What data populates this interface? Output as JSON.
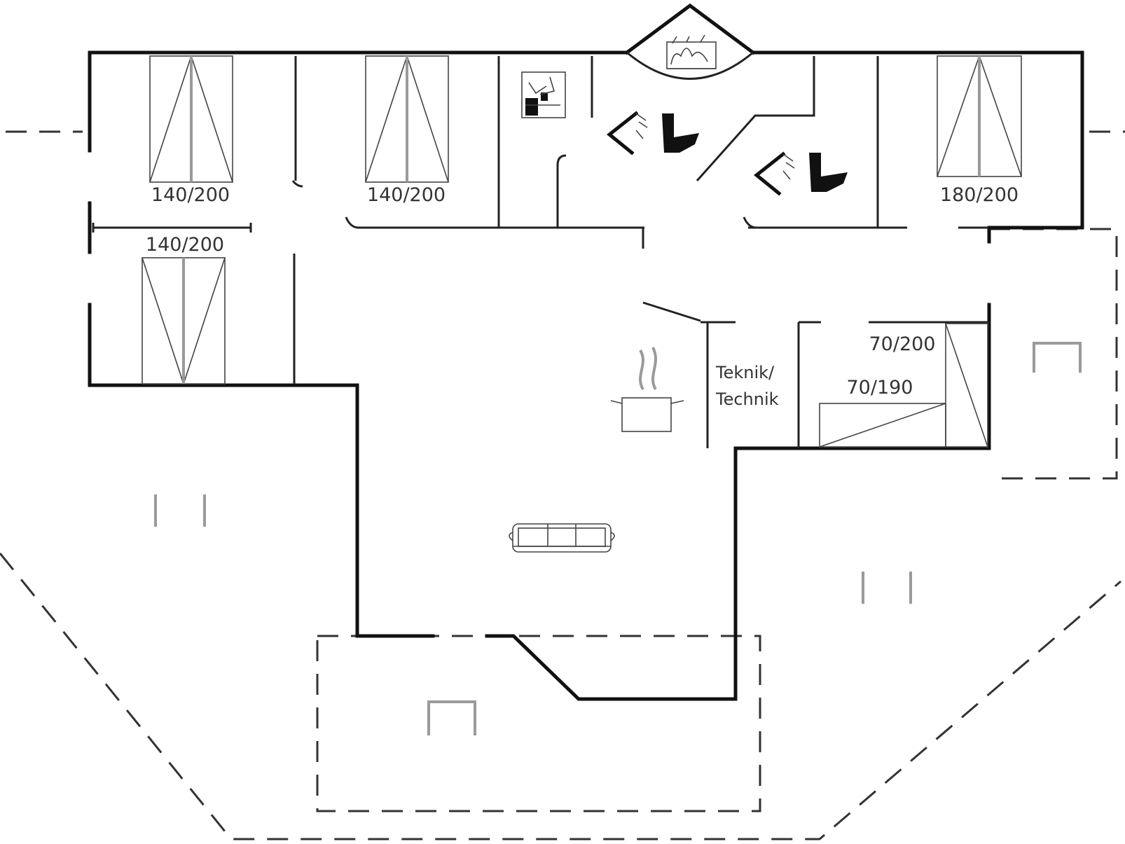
{
  "floor_plan": {
    "bed_labels": {
      "bedroom_1": "140/200",
      "bedroom_2": "140/200",
      "bedroom_3": "140/200",
      "bedroom_4": "180/200",
      "single_bed_1": "70/200",
      "single_bed_2": "70/190"
    },
    "technical_room": {
      "line1": "Teknik/",
      "line2": "Technik"
    }
  }
}
